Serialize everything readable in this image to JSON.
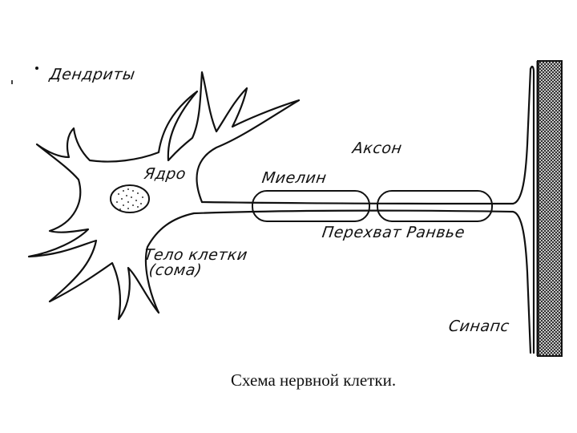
{
  "labels": {
    "dendrites": "Дендриты",
    "nucleus": "Ядро",
    "axon": "Аксон",
    "myelin": "Миелин",
    "node_of_ranvier": "Перехват Ранвье",
    "cell_body": "Тело клетки",
    "soma": "(сома)",
    "synapse": "Синапс"
  },
  "caption": "Схема нервной клетки."
}
